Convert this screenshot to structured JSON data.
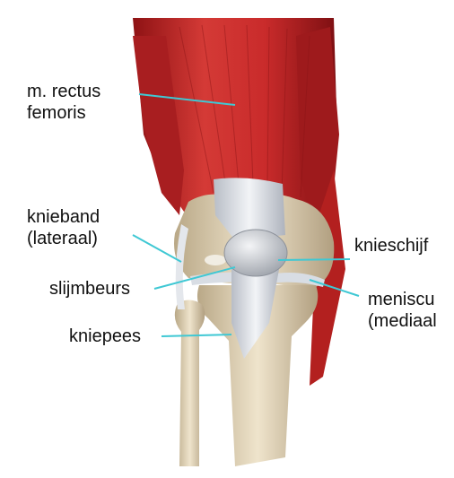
{
  "labels": {
    "rectus": {
      "line1": "m. rectus",
      "line2": "femoris"
    },
    "knieband": {
      "line1": "knieband",
      "line2": "(lateraal)"
    },
    "slijmbeurs": "slijmbeurs",
    "kniepees": "kniepees",
    "knieschijf": "knieschijf",
    "meniscus": {
      "line1": "meniscu",
      "line2": "(mediaal"
    }
  },
  "colors": {
    "leader_line": "#3fc8d4",
    "muscle": "#c8282a",
    "bone": "#e3d5ba",
    "tendon": "#dfe3ea"
  }
}
